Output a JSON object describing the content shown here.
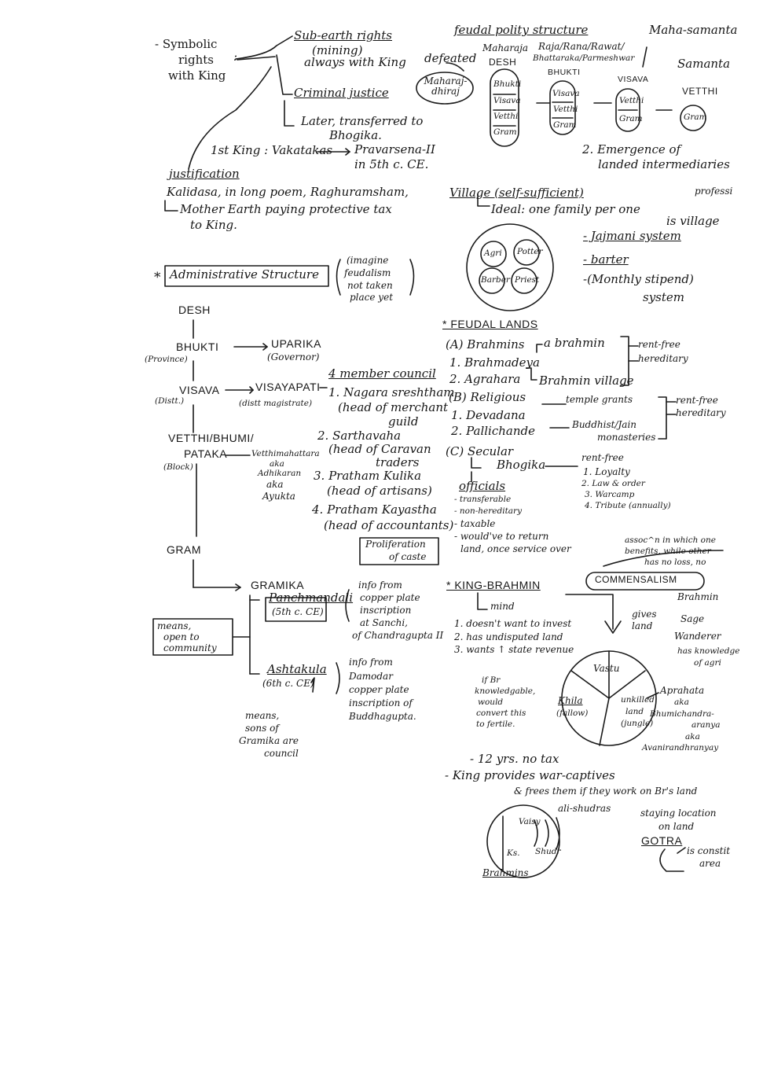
{
  "top_left": {
    "symbolic": [
      "- Symbolic",
      "rights",
      "with King"
    ],
    "colon": ":",
    "sub_earth": "Sub-earth rights",
    "mining": "(mining)",
    "always_king": "always with King",
    "criminal": "Criminal justice",
    "later": "Later, transferred to",
    "bhogika": "Bhogika.",
    "first_king": "1st King :  Vakatakas",
    "pravarsena": "Pravarsena-II",
    "pravarsena_date": "in 5th c. CE.",
    "justification": "justification",
    "kalidasa": "Kalidasa, in long poem, Raghuramsham,",
    "mother_earth": "Mother Earth paying protective tax",
    "to_king": "to King."
  },
  "feudal_polity": {
    "title": "feudal polity structure",
    "maha_samanta": "Maha-samanta",
    "defeated": "defeated",
    "maharaja": "Maharaja",
    "desh": "DESH",
    "raja_line1": "Raja/Rana/Rawat/",
    "raja_line2": "Bhattaraka/Parmeshwar",
    "bhukti": "BHUKTI",
    "visava": "VISAVA",
    "samanta": "Samanta",
    "vetthi": "VETTHI",
    "maharajdhiraj": "Maharaj-dhiraj",
    "pill_1": [
      "Bhukti",
      "Visava",
      "Vetthi",
      "Gram"
    ],
    "pill_2": [
      "Visava",
      "Vetthi",
      "Gram"
    ],
    "pill_3": [
      "Vetthi",
      "Gram"
    ],
    "pill_4": [
      "Gram"
    ],
    "emergence_1": "2. Emergence of",
    "emergence_2": "landed intermediaries"
  },
  "village": {
    "title": "Village (self-sufficient)",
    "ideal": "Ideal: one family per one",
    "ideal_2": "is village",
    "profession": "professi",
    "circles": [
      "Agri",
      "Potter",
      "Barber",
      "Priest"
    ],
    "points": [
      "- Jajmani system",
      "- barter",
      "-(Monthly stipend)",
      "system"
    ]
  },
  "admin": {
    "star": "*",
    "title": "Administrative Structure",
    "note": [
      "(imagine",
      "feudalism",
      "not taken",
      "place yet"
    ],
    "desh": "DESH",
    "bhukti": "BHUKTI",
    "province": "(Province)",
    "uparika": "UPARIKA",
    "governor": "(Governor)",
    "visava": "VISAVA",
    "distt": "(Distt.)",
    "visayapati": "VISAYAPATI",
    "distt_mag": "(distt magistrate)",
    "council_title": "4 member council",
    "council": [
      "1. Nagara sreshtham",
      "(head of merchant",
      "guild",
      "2. Sarthavaha",
      "(head of Caravan",
      "traders",
      "3. Pratham Kulika",
      "(head of artisans)",
      "4. Pratham Kayastha",
      "(head of accountants)"
    ],
    "prolif": [
      "Proliferation",
      "of caste"
    ],
    "vetthi": "VETTHI/BHUMI/",
    "pataka": "PATAKA",
    "block": "(Block)",
    "vetthimahattara": "Vetthimahattara",
    "aka_block": [
      "aka",
      "Adhikaran",
      "aka",
      "Ayukta"
    ],
    "gram": "GRAM",
    "gramika": "GRAMIKA",
    "panchmandali": "Panchmandali",
    "pm_date": "(5th c. CE)",
    "pm_info": [
      "info from",
      "copper plate",
      "inscription",
      "at Sanchi,",
      "of Chandragupta II"
    ],
    "means_open": [
      "means,",
      "open to",
      "community"
    ],
    "ashtakula": "Ashtakula",
    "ak_date": "(6th c. CE)",
    "ak_info": [
      "info from",
      "Damodar",
      "copper plate",
      "inscription of",
      "Buddhagupta."
    ],
    "means_sons": [
      "means,",
      "sons of",
      "Gramika are",
      "council"
    ]
  },
  "feudal_lands": {
    "title": "* FEUDAL LANDS",
    "a": "(A) Brahmins",
    "a1": "1. Brahmadeya",
    "a1_note": "a brahmin",
    "a2": "2. Agrahara",
    "a2_note": "Brahmin village",
    "a_right": [
      "rent-free",
      "hereditary"
    ],
    "b": "(B) Religious",
    "b1": "1. Devadana",
    "b1_note": "temple grants",
    "b2": "2. Pallichande",
    "b2_note": "Buddhist/Jain",
    "b2_note2": "monasteries",
    "b_right": [
      "rent-free",
      "hereditary"
    ],
    "c": "(C) Secular",
    "c_bhogika": "Bhogika",
    "c_bhogika_list": [
      "rent-free",
      "1. Loyalty",
      "2. Law & order",
      "3. Warcamp",
      "4. Tribute (annually)"
    ],
    "c_officials": "officials",
    "c_off_list": [
      "- transferable",
      "- non-hereditary",
      "- taxable",
      "- would've to return",
      "land, once service over"
    ]
  },
  "king_brahmin": {
    "title": "* KING-BRAHMIN",
    "mind": "mind",
    "commensalism": "COMMENSALISM",
    "assoc": [
      "assoc^n in which one",
      "benefits, while other",
      "has no loss, no"
    ],
    "points": [
      "1. doesn't want to invest",
      "2. has undisputed land",
      "3. wants ↑ state revenue"
    ],
    "gives_land": [
      "gives",
      "land"
    ],
    "brahmin_chain": [
      "Brahmin",
      "Sage",
      "Wanderer",
      "has knowledge",
      "of agri"
    ],
    "vastu": "Vastu",
    "khila": "Khila",
    "fallow": "(fallow)",
    "unkilled": [
      "unkilled",
      "land",
      "(jungle)"
    ],
    "if_br": [
      "if Br",
      "knowledgable,",
      "would",
      "convert this",
      "to fertile."
    ],
    "aprahata": [
      "Aprahata",
      "aka",
      "Bhumichandra-",
      "aranya",
      "aka",
      "Avanirandhranyay"
    ],
    "no_tax": "- 12 yrs. no tax",
    "war_captives_1": "- King provides war-captives",
    "war_captives_2": "& frees them if they work on Br's land"
  },
  "varna": {
    "vaishya": "Vaisy",
    "ali_shudras": "ali-shudras",
    "ks": "Ks.",
    "shudr": "Shudr",
    "brahmins": "Brahmins",
    "gotra_top": [
      "staying location",
      "on land"
    ],
    "gotra": "GOTRA",
    "gotra_note": [
      "is constit",
      "area"
    ]
  }
}
